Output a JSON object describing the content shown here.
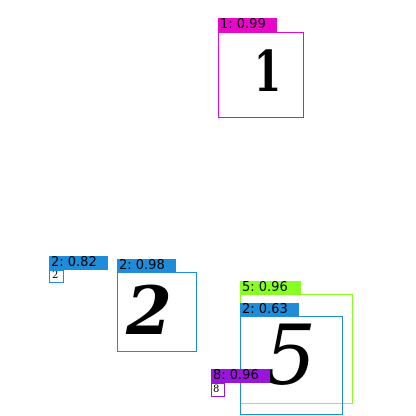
{
  "colors": {
    "class_1": "#e60ac8",
    "class_2": "#1e8cd8",
    "class_5": "#88ff22",
    "class_8": "#9a14dc"
  },
  "detections": [
    {
      "text": "1: 0.99",
      "class": "1",
      "score": 0.99
    },
    {
      "text": "2: 0.82",
      "class": "2",
      "score": 0.82
    },
    {
      "text": "2: 0.98",
      "class": "2",
      "score": 0.98
    },
    {
      "text": "5: 0.96",
      "class": "5",
      "score": 0.96
    },
    {
      "text": "2: 0.63",
      "class": "2",
      "score": 0.63
    },
    {
      "text": "8: 0.96",
      "class": "8",
      "score": 0.96
    }
  ]
}
